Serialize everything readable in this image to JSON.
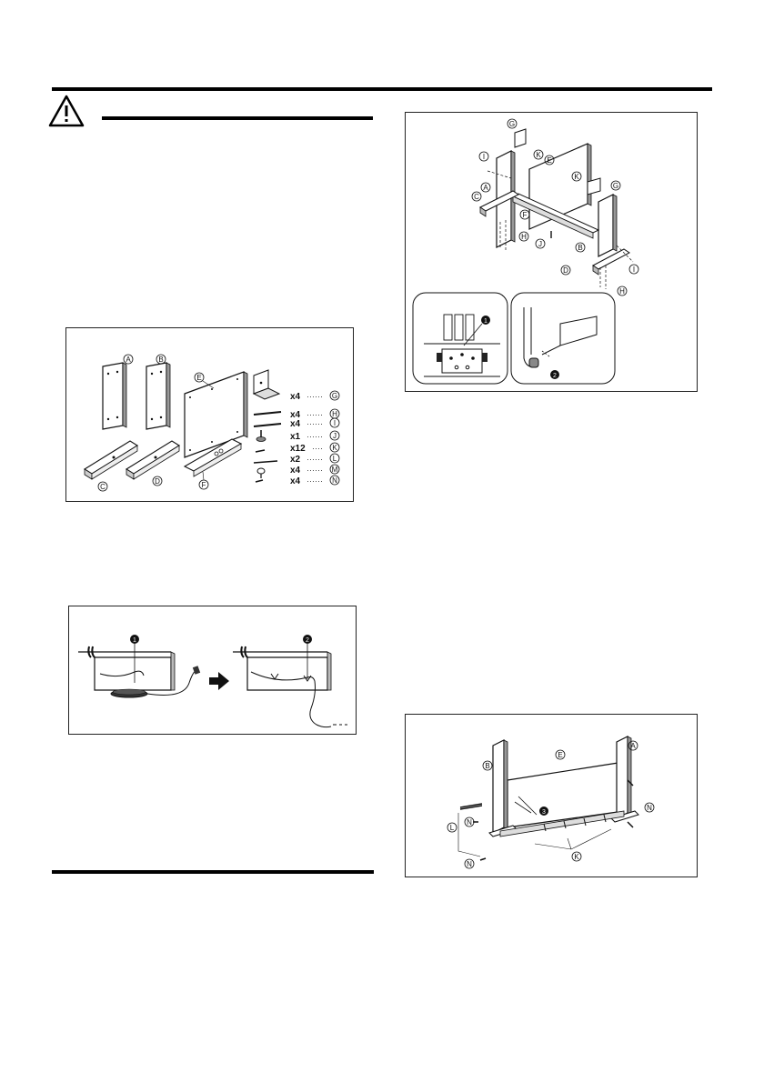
{
  "parts": {
    "labels": {
      "a": "A",
      "b": "B",
      "c": "C",
      "d": "D",
      "e": "E",
      "f": "F"
    },
    "hardware": [
      {
        "qty": "x4",
        "dots": "······",
        "code": "G"
      },
      {
        "qty": "x4",
        "dots": "······",
        "code": "H"
      },
      {
        "qty": "x4",
        "dots": "······",
        "code": "I"
      },
      {
        "qty": "x1",
        "dots": "······",
        "code": "J"
      },
      {
        "qty": "x12",
        "dots": "····",
        "code": "K"
      },
      {
        "qty": "x2",
        "dots": "······",
        "code": "L"
      },
      {
        "qty": "x4",
        "dots": "······",
        "code": "M"
      },
      {
        "qty": "x4",
        "dots": "······",
        "code": "N"
      }
    ]
  },
  "cable": {
    "step1": "1",
    "step2": "2"
  },
  "assembly1": {
    "labels": {
      "g1": "G",
      "i1": "I",
      "k1": "K",
      "e": "E",
      "k2": "K",
      "g2": "G",
      "a": "A",
      "c": "C",
      "f": "F",
      "h1": "H",
      "j": "J",
      "b": "B",
      "i2": "I",
      "d": "D",
      "h2": "H"
    },
    "detail": {
      "step1": "1",
      "step2": "2"
    }
  },
  "assembly2": {
    "labels": {
      "a": "A",
      "b": "B",
      "e": "E",
      "n1": "N",
      "n2": "N",
      "n3": "N",
      "l": "L",
      "k": "K"
    },
    "step": "3"
  }
}
